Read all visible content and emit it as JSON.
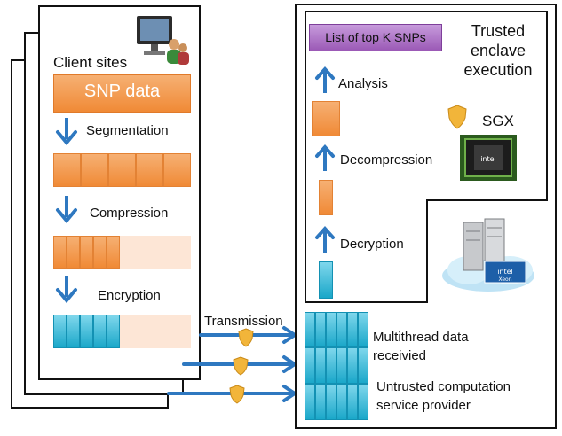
{
  "client": {
    "title": "Client sites",
    "data_label": "SNP data",
    "steps": [
      "Segmentation",
      "Compression",
      "Encryption"
    ]
  },
  "transmission_label": "Transmission",
  "server": {
    "result_label": "List of top K SNPs",
    "enclave_title": "Trusted enclave execution",
    "steps": [
      "Analysis",
      "Decompression",
      "Decryption"
    ],
    "sgx_label": "SGX",
    "received_label": "Multithread data receivied",
    "provider_label": "Untrusted computation service provider"
  },
  "colors": {
    "orange": "#f08a36",
    "cyan": "#1aa7c9",
    "purple": "#9b59b6",
    "arrow_blue": "#2e78c0",
    "shield": "#f2b53a"
  }
}
